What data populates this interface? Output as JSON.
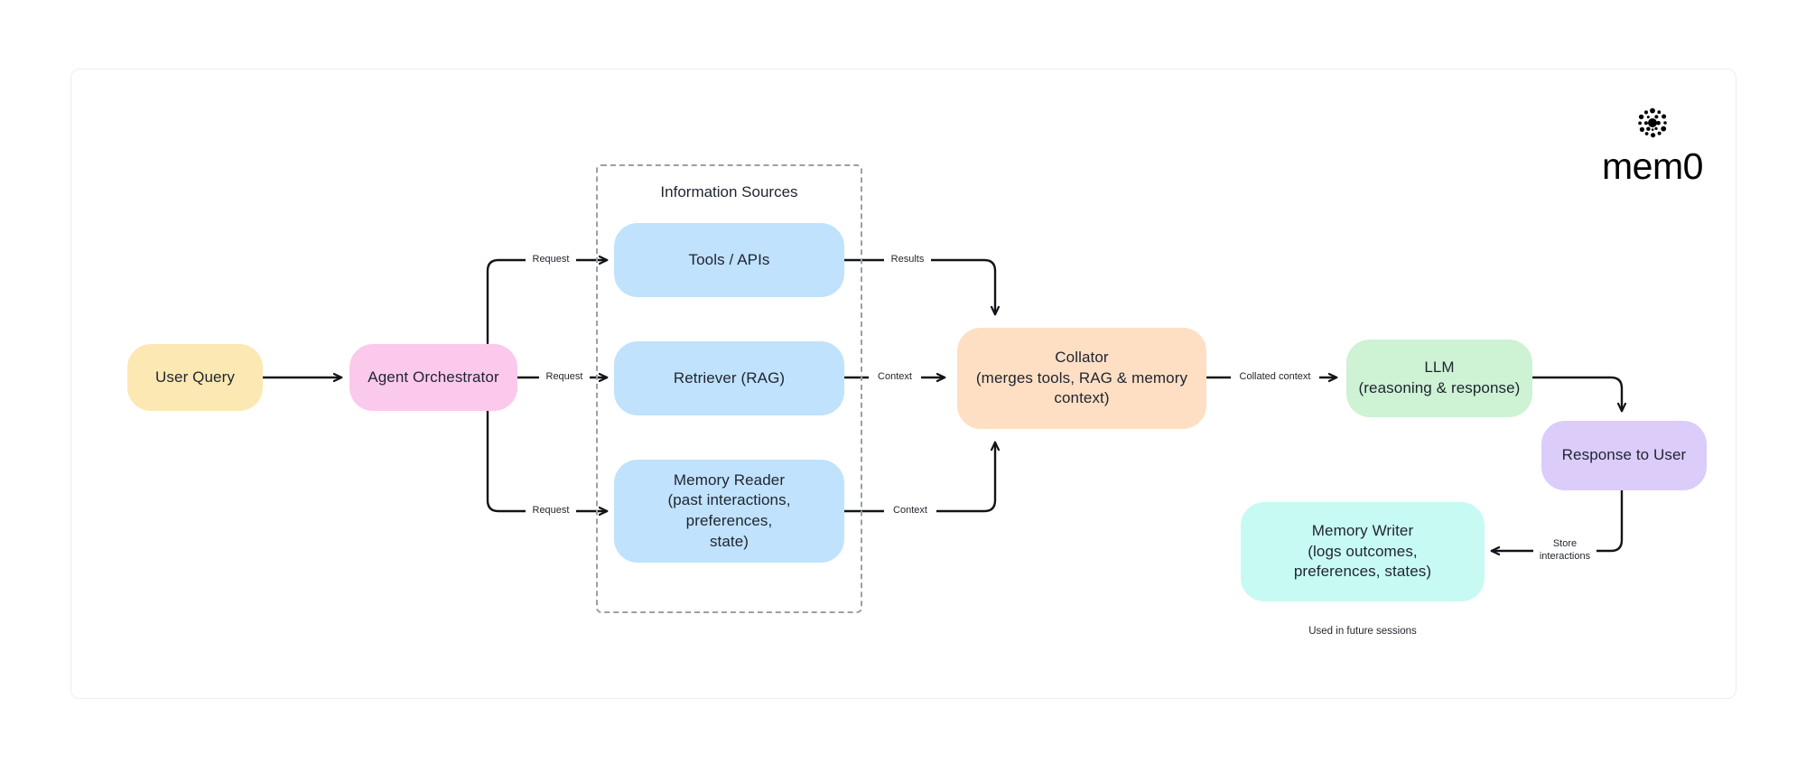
{
  "brand": {
    "wordmark": "mem0",
    "mark_icon": "mem0-dot-cluster-icon"
  },
  "group": {
    "title": "Information Sources"
  },
  "nodes": {
    "user_query": {
      "label": "User Query",
      "color": "#FCE8B2"
    },
    "agent_orchestrator": {
      "label": "Agent Orchestrator",
      "color": "#FBC9EC"
    },
    "tools_apis": {
      "label": "Tools / APIs",
      "color": "#C0E2FC"
    },
    "retriever": {
      "label": "Retriever (RAG)",
      "color": "#C0E2FC"
    },
    "memory_reader": {
      "line1": "Memory Reader",
      "line2": "(past interactions, preferences,",
      "line3": "state)",
      "color": "#C0E2FC"
    },
    "collator": {
      "line1": "Collator",
      "line2": "(merges tools, RAG & memory",
      "line3": "context)",
      "color": "#FEDFC3"
    },
    "llm": {
      "line1": "LLM",
      "line2": "(reasoning & response)",
      "color": "#CDF2D4"
    },
    "response_to_user": {
      "label": "Response to User",
      "color": "#DCCCFA"
    },
    "memory_writer": {
      "line1": "Memory Writer",
      "line2": "(logs outcomes,",
      "line3": "preferences, states)",
      "color": "#C7FAF3"
    }
  },
  "edges": {
    "request_tools": "Request",
    "request_retriever": "Request",
    "request_memory": "Request",
    "results": "Results",
    "context_rag": "Context",
    "context_memory": "Context",
    "collated_context": "Collated context",
    "store_interactions": "Store\ninteractions"
  },
  "notes": {
    "future_sessions": "Used in future sessions"
  },
  "colors": {
    "stroke": "#111418",
    "group_border": "#9aa0a6",
    "canvas_border": "#eceded",
    "text": "#1f2430"
  }
}
